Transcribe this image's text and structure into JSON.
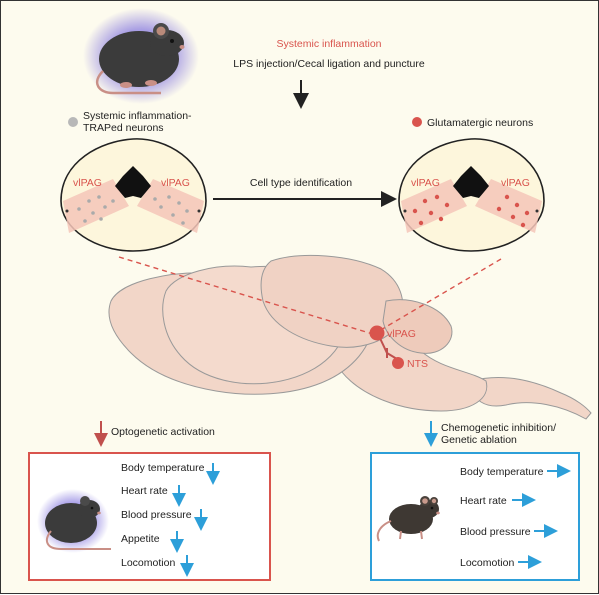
{
  "header": {
    "title": "Systemic inflammation",
    "subtitle": "LPS injection/Cecal ligation and puncture"
  },
  "legend": {
    "left_line1": "Systemic inflammation-",
    "left_line2": "TRAPed neurons",
    "right": "Glutamatergic neurons"
  },
  "brain_sections": {
    "label_left": "vlPAG",
    "label_right": "vlPAG",
    "arrow_label": "Cell type identification"
  },
  "brain": {
    "node_vlpag": "vlPAG",
    "node_nts": "NTS"
  },
  "left_panel": {
    "heading": "Optogenetic activation",
    "items": [
      "Body temperature",
      "Heart rate",
      "Blood pressure",
      "Appetite",
      "Locomotion"
    ]
  },
  "right_panel": {
    "heading_line1": "Chemogenetic inhibition/",
    "heading_line2": "Genetic ablation",
    "items": [
      "Body temperature",
      "Heart rate",
      "Blood pressure",
      "Locomotion"
    ]
  },
  "colors": {
    "accent_red": "#d9544d",
    "accent_blue": "#2d9fd9",
    "brain_fill": "#f2d6c8",
    "section_fill": "#fdf6dc"
  }
}
